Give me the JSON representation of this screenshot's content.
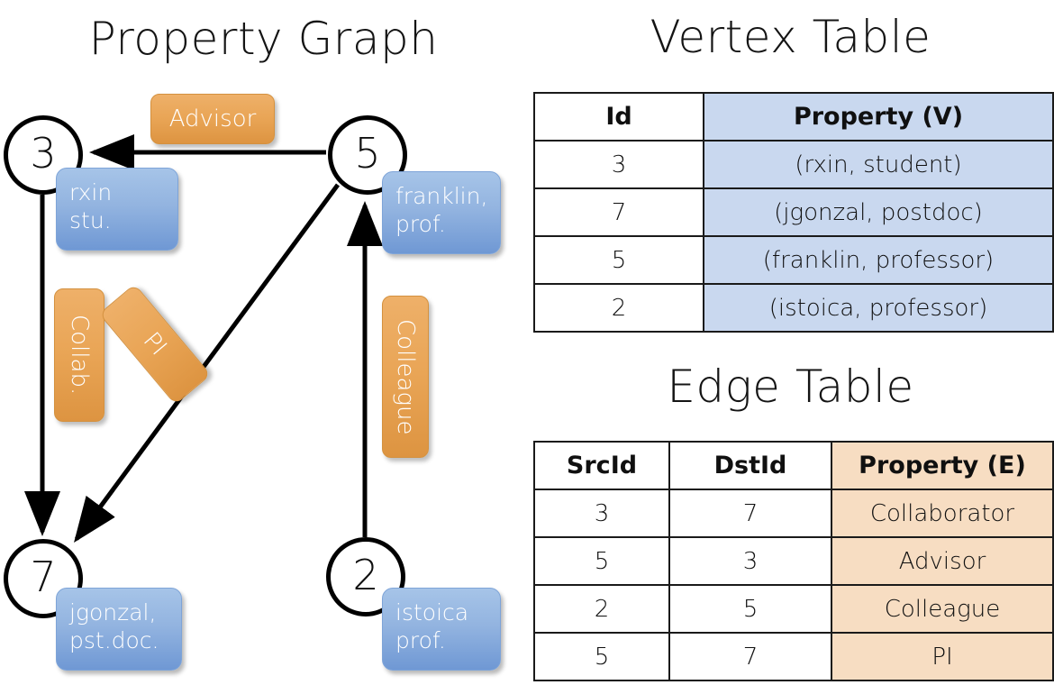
{
  "titles": {
    "property_graph": "Property Graph",
    "vertex_table": "Vertex Table",
    "edge_table": "Edge Table"
  },
  "colors": {
    "vertex_property_fill": "#c9d8ef",
    "edge_property_fill": "#f7ddc2",
    "callout_blue": "#93b4e0",
    "callout_orange": "#e9a556",
    "stroke": "#000000"
  },
  "graph": {
    "nodes": [
      {
        "id": "3",
        "property_line1": "rxin",
        "property_line2": "stu."
      },
      {
        "id": "5",
        "property_line1": "franklin,",
        "property_line2": "prof."
      },
      {
        "id": "7",
        "property_line1": "jgonzal,",
        "property_line2": "pst.doc."
      },
      {
        "id": "2",
        "property_line1": "istoica",
        "property_line2": "prof."
      }
    ],
    "edge_labels": {
      "advisor": "Advisor",
      "collab": "Collab.",
      "pi": "PI",
      "colleague": "Colleague"
    },
    "edges": [
      {
        "src": "3",
        "dst": "7",
        "label": "Collab."
      },
      {
        "src": "5",
        "dst": "3",
        "label": "Advisor"
      },
      {
        "src": "2",
        "dst": "5",
        "label": "Colleague"
      },
      {
        "src": "5",
        "dst": "7",
        "label": "PI"
      }
    ]
  },
  "vertex_table": {
    "headers": [
      "Id",
      "Property (V)"
    ],
    "rows": [
      {
        "id": "3",
        "property": "(rxin, student)"
      },
      {
        "id": "7",
        "property": "(jgonzal, postdoc)"
      },
      {
        "id": "5",
        "property": "(franklin, professor)"
      },
      {
        "id": "2",
        "property": "(istoica, professor)"
      }
    ]
  },
  "edge_table": {
    "headers": [
      "SrcId",
      "DstId",
      "Property (E)"
    ],
    "rows": [
      {
        "src": "3",
        "dst": "7",
        "property": "Collaborator"
      },
      {
        "src": "5",
        "dst": "3",
        "property": "Advisor"
      },
      {
        "src": "2",
        "dst": "5",
        "property": "Colleague"
      },
      {
        "src": "5",
        "dst": "7",
        "property": "PI"
      }
    ]
  }
}
